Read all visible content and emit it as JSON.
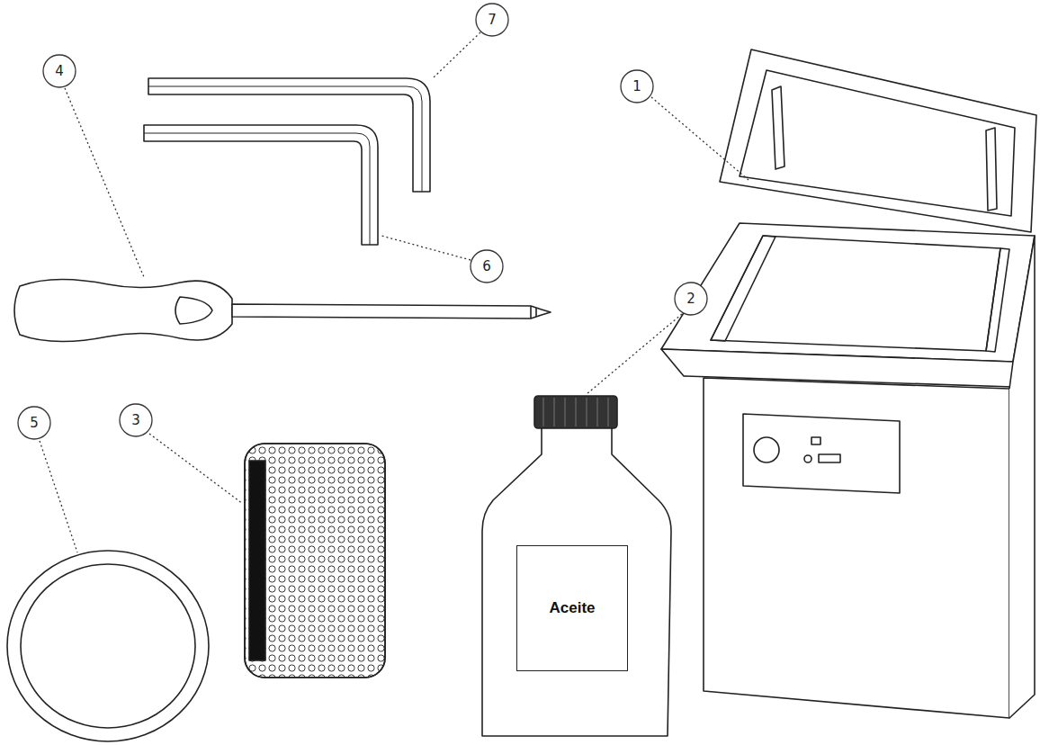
{
  "diagram": {
    "nodes": [
      {
        "text": [
          "7"
        ]
      },
      {
        "text": [
          "1"
        ]
      },
      {
        "text": [
          "4"
        ]
      },
      {
        "text": [
          "6"
        ]
      },
      {
        "text": [
          "2"
        ]
      },
      {
        "text": [
          "5"
        ]
      },
      {
        "text": [
          "3"
        ]
      },
      {
        "text": [
          "Aceite"
        ]
      }
    ]
  }
}
